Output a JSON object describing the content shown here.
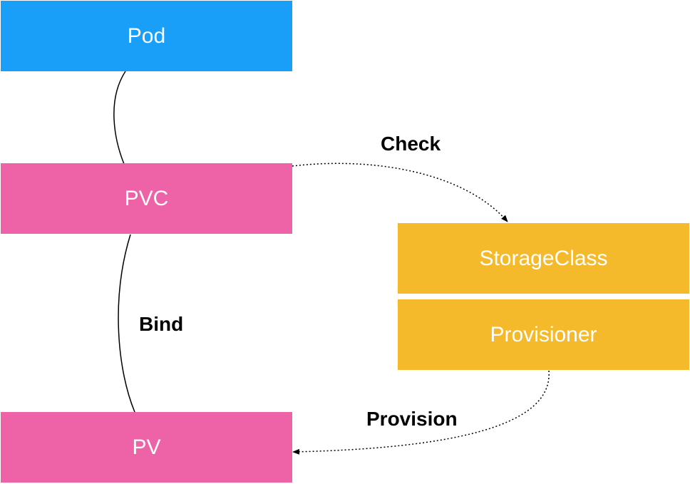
{
  "nodes": {
    "pod": {
      "label": "Pod",
      "color": "#1a9ff8"
    },
    "pvc": {
      "label": "PVC",
      "color": "#ee63a7"
    },
    "pv": {
      "label": "PV",
      "color": "#ee63a7"
    },
    "storageclass": {
      "label": "StorageClass",
      "color": "#f5b92c"
    },
    "provisioner": {
      "label": "Provisioner",
      "color": "#f5b92c"
    }
  },
  "edges": {
    "check": {
      "label": "Check"
    },
    "bind": {
      "label": "Bind"
    },
    "provision": {
      "label": "Provision"
    }
  }
}
